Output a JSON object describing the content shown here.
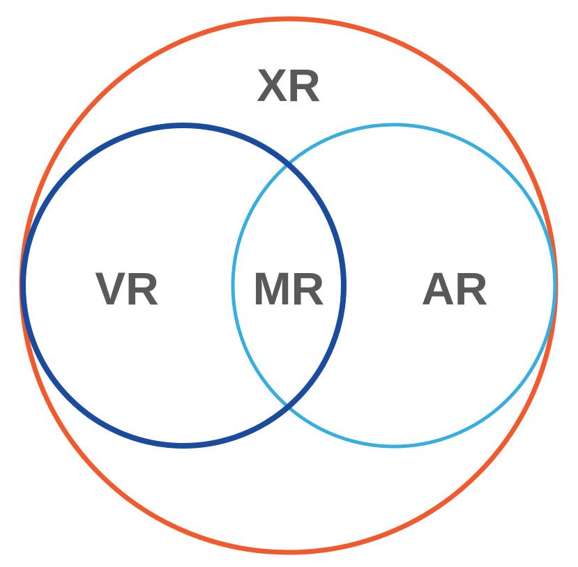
{
  "colors": {
    "xr": "#EF5B2F",
    "vr": "#1A4B9C",
    "ar": "#38AEE0",
    "label": "#595959",
    "background": "#FFFFFF"
  },
  "labels": {
    "xr": "XR",
    "vr": "VR",
    "mr": "MR",
    "ar": "AR"
  }
}
